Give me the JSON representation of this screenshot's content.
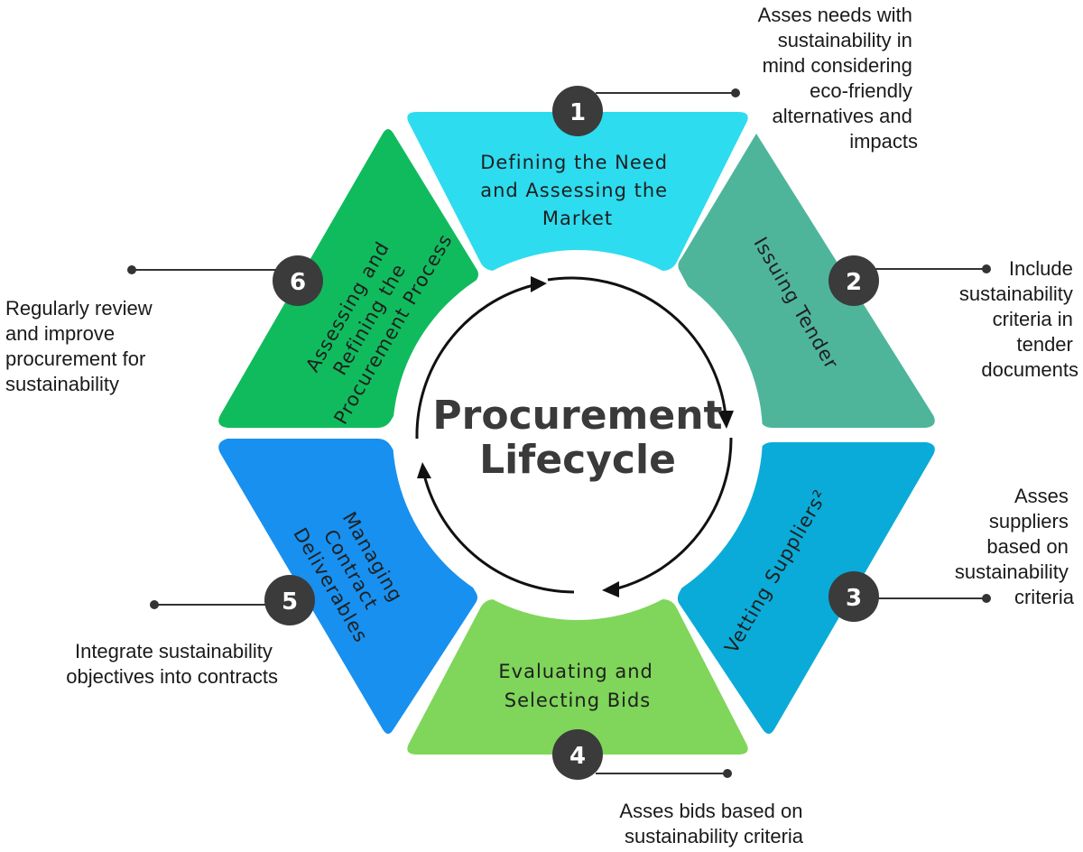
{
  "center": {
    "line1": "Procurement",
    "line2": "Lifecycle"
  },
  "colors": {
    "stage1": "#2ddcef",
    "stage2": "#4eb59b",
    "stage3": "#0aabd8",
    "stage4": "#7fd65a",
    "stage5": "#1790f0",
    "stage6": "#10bb5d",
    "badge": "#3b3b3b"
  },
  "stages": [
    {
      "number": "1",
      "title_lines": [
        "Defining the Need",
        "and Assessing the",
        "Market"
      ],
      "description_lines": [
        "Asses needs  with",
        "sustainability in",
        "mind considering",
        "eco-friendly",
        "alternatives and",
        "impacts"
      ]
    },
    {
      "number": "2",
      "title_lines": [
        "Issuing Tender"
      ],
      "description_lines": [
        "Include",
        "sustainability",
        "criteria in",
        "tender",
        "documents"
      ]
    },
    {
      "number": "3",
      "title_lines": [
        "Vetting Suppliers²"
      ],
      "description_lines": [
        "Asses",
        "suppliers",
        "based on",
        "sustainability",
        "criteria"
      ]
    },
    {
      "number": "4",
      "title_lines": [
        "Evaluating and",
        "Selecting Bids"
      ],
      "description_lines": [
        "Asses bids based on",
        "sustainability criteria"
      ]
    },
    {
      "number": "5",
      "title_lines": [
        "Managing",
        "Contract",
        "Deliverables"
      ],
      "description_lines": [
        "Integrate sustainability",
        "objectives into contracts"
      ]
    },
    {
      "number": "6",
      "title_lines": [
        "Assessing and",
        "Refining the",
        "Procurement Process"
      ],
      "description_lines": [
        "Regularly review",
        "and improve",
        "procurement for",
        "sustainability"
      ]
    }
  ]
}
